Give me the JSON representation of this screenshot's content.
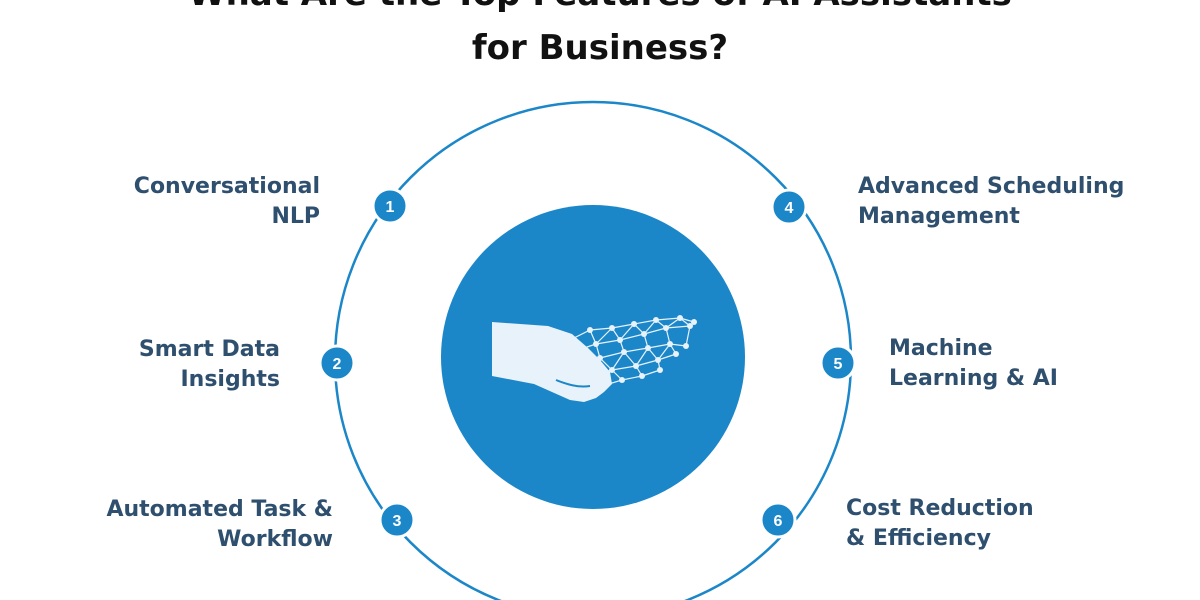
{
  "title": {
    "line1": "What Are the Top Features of AI Assistants",
    "line2": "for Business?"
  },
  "colors": {
    "accent": "#1b87c9",
    "circle_outline": "#1b87c9",
    "label_text": "#2f4f6f",
    "title_text": "#111111",
    "hand": "#e8f2fa"
  },
  "center_icon": "handshake-human-ai-icon",
  "features": [
    {
      "number": "1",
      "line1": "Conversational",
      "line2": "NLP"
    },
    {
      "number": "2",
      "line1": "Smart Data",
      "line2": "Insights"
    },
    {
      "number": "3",
      "line1": "Automated Task &",
      "line2": "Workflow"
    },
    {
      "number": "4",
      "line1": "Advanced Scheduling",
      "line2": "Management"
    },
    {
      "number": "5",
      "line1": "Machine",
      "line2": "Learning & AI"
    },
    {
      "number": "6",
      "line1": "Cost Reduction",
      "line2": "& Efficiency"
    }
  ]
}
